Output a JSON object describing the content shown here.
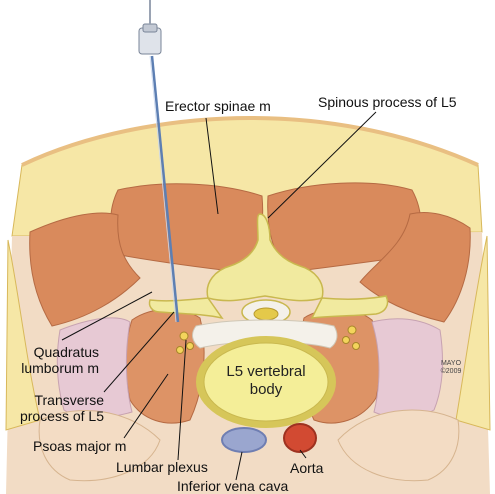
{
  "labels": {
    "erector_spinae": "Erector spinae m",
    "spinous_process": "Spinous process of L5",
    "quadratus_lumborum": [
      "Quadratus",
      "lumborum m"
    ],
    "transverse_process": [
      "Transverse",
      "process of L5"
    ],
    "psoas_major": "Psoas major m",
    "lumbar_plexus": "Lumbar plexus",
    "inferior_vena_cava": "Inferior vena cava",
    "aorta": "Aorta",
    "vertebral_body": [
      "L5 vertebral",
      "body"
    ]
  },
  "credit": [
    "MAYO",
    "©2009"
  ],
  "colors": {
    "fat": "#f6e7a6",
    "fat_dark": "#e9cf73",
    "skin": "#f3c28e",
    "muscle": "#d98a5c",
    "muscle_light": "#e6a173",
    "fascia": "#f2dcc5",
    "bone": "#f1ea9f",
    "bone_outline": "#c9b84f",
    "vertebral_body": "#f4ee98",
    "vertebral_rim": "#d6c659",
    "disc_white": "#f4f1ea",
    "ivc": "#9aa6cf",
    "aorta": "#d24a32",
    "needle": "#5d7fb3",
    "nerve": "#f3d45c",
    "peritoneum": "#e7c9d4"
  }
}
